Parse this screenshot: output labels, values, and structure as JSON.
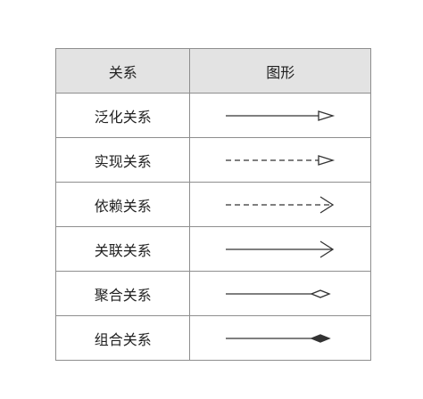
{
  "table": {
    "headers": {
      "relation": "关系",
      "shape": "图形"
    },
    "rows": [
      {
        "label": "泛化关系",
        "line": "solid",
        "head": "hollow-triangle"
      },
      {
        "label": "实现关系",
        "line": "dashed",
        "head": "hollow-triangle"
      },
      {
        "label": "依赖关系",
        "line": "dashed",
        "head": "open-arrow"
      },
      {
        "label": "关联关系",
        "line": "solid",
        "head": "open-arrow"
      },
      {
        "label": "聚合关系",
        "line": "solid",
        "head": "hollow-diamond"
      },
      {
        "label": "组合关系",
        "line": "solid",
        "head": "filled-diamond"
      }
    ]
  },
  "colors": {
    "stroke": "#333333",
    "header_bg": "#e3e3e3",
    "border": "#8e8e8e"
  }
}
